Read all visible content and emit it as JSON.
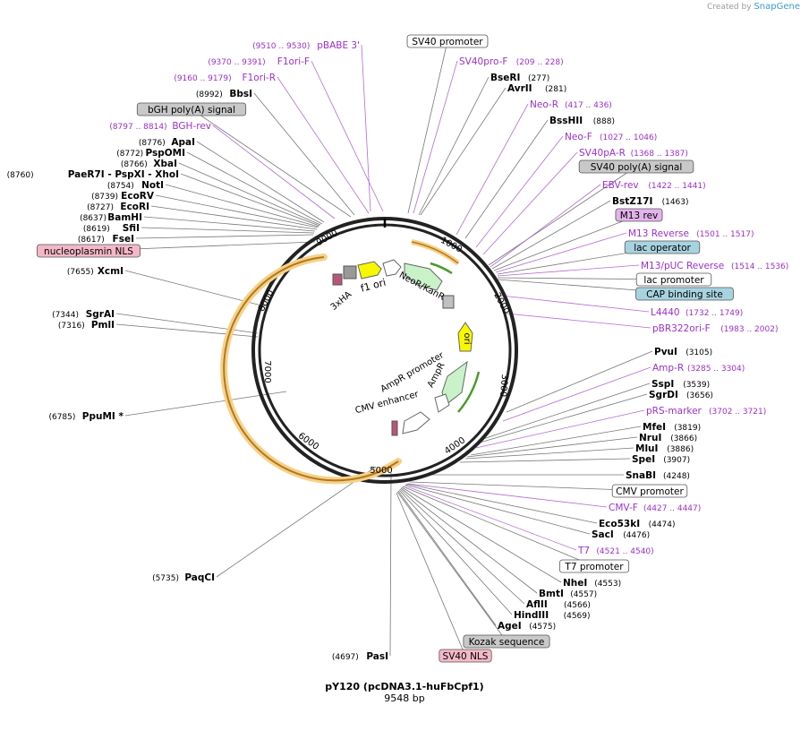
{
  "credit": {
    "prefix": "Created by",
    "brand": "SnapGene"
  },
  "plasmid": {
    "name": "pY120 (pcDNA3.1-huFbCpf1)",
    "length_label": "9548 bp",
    "length": 9548
  },
  "colors": {
    "enzyme": "#000000",
    "primer": "#9b30c9",
    "feature_box_gray": "#c8c8c8",
    "feature_box_pink": "#f3b8c8",
    "feature_box_blue": "#a7d3e0",
    "feature_box_lilac": "#e3b3ec",
    "cds_yellow": "#f7d55b",
    "arrow_green": "#c9f2c9",
    "ori_yellow": "#f7f700"
  },
  "ticks": [
    "1000",
    "2000",
    "3000",
    "4000",
    "5000",
    "6000",
    "7000",
    "8000",
    "9000"
  ],
  "features": {
    "f1_ori": "f1 ori",
    "neo": "NeoR/KanR",
    "ori": "ori",
    "ampr": "AmpR",
    "ampr_promoter": "AmpR promoter",
    "cmv_enhancer": "CMV enhancer",
    "tag": "3xHA"
  },
  "labels": [
    {
      "kind": "primer",
      "name": "pBABE 3'",
      "pos": "(9510 .. 9530)"
    },
    {
      "kind": "primer",
      "name": "F1ori-F",
      "pos": "(9370 .. 9391)"
    },
    {
      "kind": "primer",
      "name": "F1ori-R",
      "pos": "(9160 .. 9179)"
    },
    {
      "kind": "enzyme",
      "name": "BbsI",
      "pos": "(8992)"
    },
    {
      "kind": "box_gray",
      "name": "bGH poly(A) signal",
      "pos": ""
    },
    {
      "kind": "primer",
      "name": "BGH-rev",
      "pos": "(8797 .. 8814)"
    },
    {
      "kind": "enzyme",
      "name": "ApaI",
      "pos": "(8776)"
    },
    {
      "kind": "enzyme",
      "name": "PspOMI",
      "pos": "(8772)"
    },
    {
      "kind": "enzyme",
      "name": "XbaI",
      "pos": "(8766)"
    },
    {
      "kind": "enzyme",
      "name": "PaeR7I  - PspXI  - XhoI",
      "pos": "(8760)"
    },
    {
      "kind": "enzyme",
      "name": "NotI",
      "pos": "(8754)"
    },
    {
      "kind": "enzyme",
      "name": "EcoRV",
      "pos": "(8739)"
    },
    {
      "kind": "enzyme",
      "name": "EcoRI",
      "pos": "(8727)"
    },
    {
      "kind": "enzyme",
      "name": "BamHI",
      "pos": "(8637)"
    },
    {
      "kind": "enzyme",
      "name": "SfiI",
      "pos": "(8619)"
    },
    {
      "kind": "enzyme",
      "name": "FseI",
      "pos": "(8617)"
    },
    {
      "kind": "box_pink",
      "name": "nucleoplasmin NLS",
      "pos": ""
    },
    {
      "kind": "enzyme",
      "name": "XcmI",
      "pos": "(7655)"
    },
    {
      "kind": "enzyme",
      "name": "SgrAI",
      "pos": "(7344)"
    },
    {
      "kind": "enzyme",
      "name": "PmlI",
      "pos": "(7316)"
    },
    {
      "kind": "enzyme",
      "name": "PpuMI *",
      "pos": "(6785)"
    },
    {
      "kind": "enzyme",
      "name": "PaqCI",
      "pos": "(5735)"
    },
    {
      "kind": "enzyme",
      "name": "PasI",
      "pos": "(4697)"
    },
    {
      "kind": "box_white",
      "name": "SV40 promoter",
      "pos": ""
    },
    {
      "kind": "primer",
      "name": "SV40pro-F",
      "pos": "(209 .. 228)"
    },
    {
      "kind": "enzyme",
      "name": "BseRI",
      "pos": "(277)"
    },
    {
      "kind": "enzyme",
      "name": "AvrII",
      "pos": "(281)"
    },
    {
      "kind": "primer",
      "name": "Neo-R",
      "pos": "(417 .. 436)"
    },
    {
      "kind": "enzyme",
      "name": "BssHII",
      "pos": "(888)"
    },
    {
      "kind": "primer",
      "name": "Neo-F",
      "pos": "(1027 .. 1046)"
    },
    {
      "kind": "primer",
      "name": "SV40pA-R",
      "pos": "(1368 .. 1387)"
    },
    {
      "kind": "box_gray",
      "name": "SV40 poly(A) signal",
      "pos": ""
    },
    {
      "kind": "primer",
      "name": "EBV-rev",
      "pos": "(1422 .. 1441)"
    },
    {
      "kind": "enzyme",
      "name": "BstZ17I",
      "pos": "(1463)"
    },
    {
      "kind": "box_lilac",
      "name": "M13 rev",
      "pos": ""
    },
    {
      "kind": "primer",
      "name": "M13 Reverse",
      "pos": "(1501 .. 1517)"
    },
    {
      "kind": "box_blue",
      "name": "lac operator",
      "pos": ""
    },
    {
      "kind": "primer",
      "name": "M13/pUC Reverse",
      "pos": "(1514 .. 1536)"
    },
    {
      "kind": "box_white",
      "name": "lac promoter",
      "pos": ""
    },
    {
      "kind": "box_blue",
      "name": "CAP binding site",
      "pos": ""
    },
    {
      "kind": "primer",
      "name": "L4440",
      "pos": "(1732 .. 1749)"
    },
    {
      "kind": "primer",
      "name": "pBR322ori-F",
      "pos": "(1983 .. 2002)"
    },
    {
      "kind": "enzyme",
      "name": "PvuI",
      "pos": "(3105)"
    },
    {
      "kind": "primer",
      "name": "Amp-R",
      "pos": "(3285 .. 3304)"
    },
    {
      "kind": "enzyme",
      "name": "SspI",
      "pos": "(3539)"
    },
    {
      "kind": "enzyme",
      "name": "SgrDI",
      "pos": "(3656)"
    },
    {
      "kind": "primer",
      "name": "pRS-marker",
      "pos": "(3702 .. 3721)"
    },
    {
      "kind": "enzyme",
      "name": "MfeI",
      "pos": "(3819)"
    },
    {
      "kind": "enzyme",
      "name": "NruI",
      "pos": "(3866)"
    },
    {
      "kind": "enzyme",
      "name": "MluI",
      "pos": "(3886)"
    },
    {
      "kind": "enzyme",
      "name": "SpeI",
      "pos": "(3907)"
    },
    {
      "kind": "enzyme",
      "name": "SnaBI",
      "pos": "(4248)"
    },
    {
      "kind": "box_white",
      "name": "CMV promoter",
      "pos": ""
    },
    {
      "kind": "primer",
      "name": "CMV-F",
      "pos": "(4427 .. 4447)"
    },
    {
      "kind": "enzyme",
      "name": "Eco53kI",
      "pos": "(4474)"
    },
    {
      "kind": "enzyme",
      "name": "SacI",
      "pos": "(4476)"
    },
    {
      "kind": "primer",
      "name": "T7",
      "pos": "(4521 .. 4540)"
    },
    {
      "kind": "box_white",
      "name": "T7 promoter",
      "pos": ""
    },
    {
      "kind": "enzyme",
      "name": "NheI",
      "pos": "(4553)"
    },
    {
      "kind": "enzyme",
      "name": "BmtI",
      "pos": "(4557)"
    },
    {
      "kind": "enzyme",
      "name": "AflII",
      "pos": "(4566)"
    },
    {
      "kind": "enzyme",
      "name": "HindIII",
      "pos": "(4569)"
    },
    {
      "kind": "enzyme",
      "name": "AgeI",
      "pos": "(4575)"
    },
    {
      "kind": "box_gray",
      "name": "Kozak sequence",
      "pos": ""
    },
    {
      "kind": "box_pink",
      "name": "SV40 NLS",
      "pos": ""
    }
  ]
}
